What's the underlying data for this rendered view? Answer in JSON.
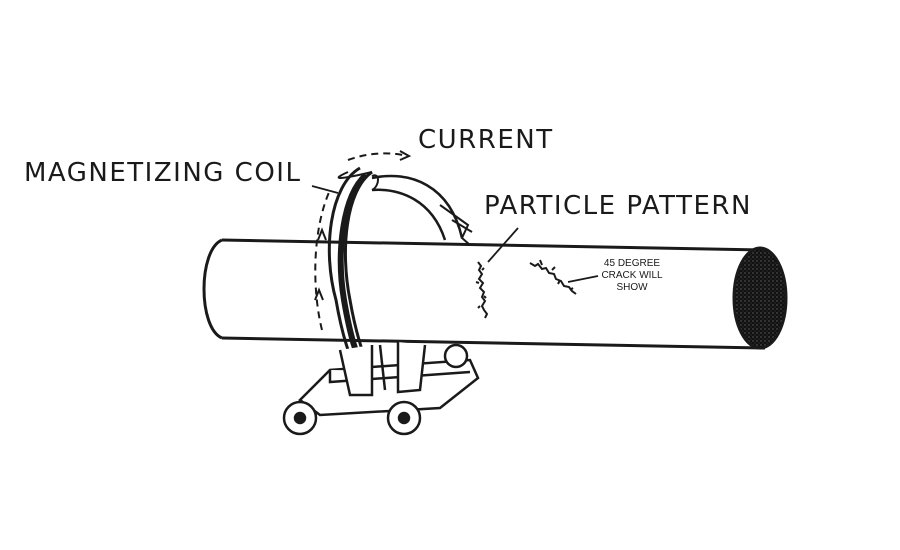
{
  "labels": {
    "magnetizing_coil": "MAGNETIZING COIL",
    "current": "CURRENT",
    "particle_pattern": "PARTICLE PATTERN",
    "crack_note": [
      "45 DEGREE",
      "CRACK WILL",
      "SHOW"
    ]
  },
  "colors": {
    "ink": "#1a1a1a",
    "background": "#ffffff",
    "pipe_end": "#2a2a2a"
  }
}
